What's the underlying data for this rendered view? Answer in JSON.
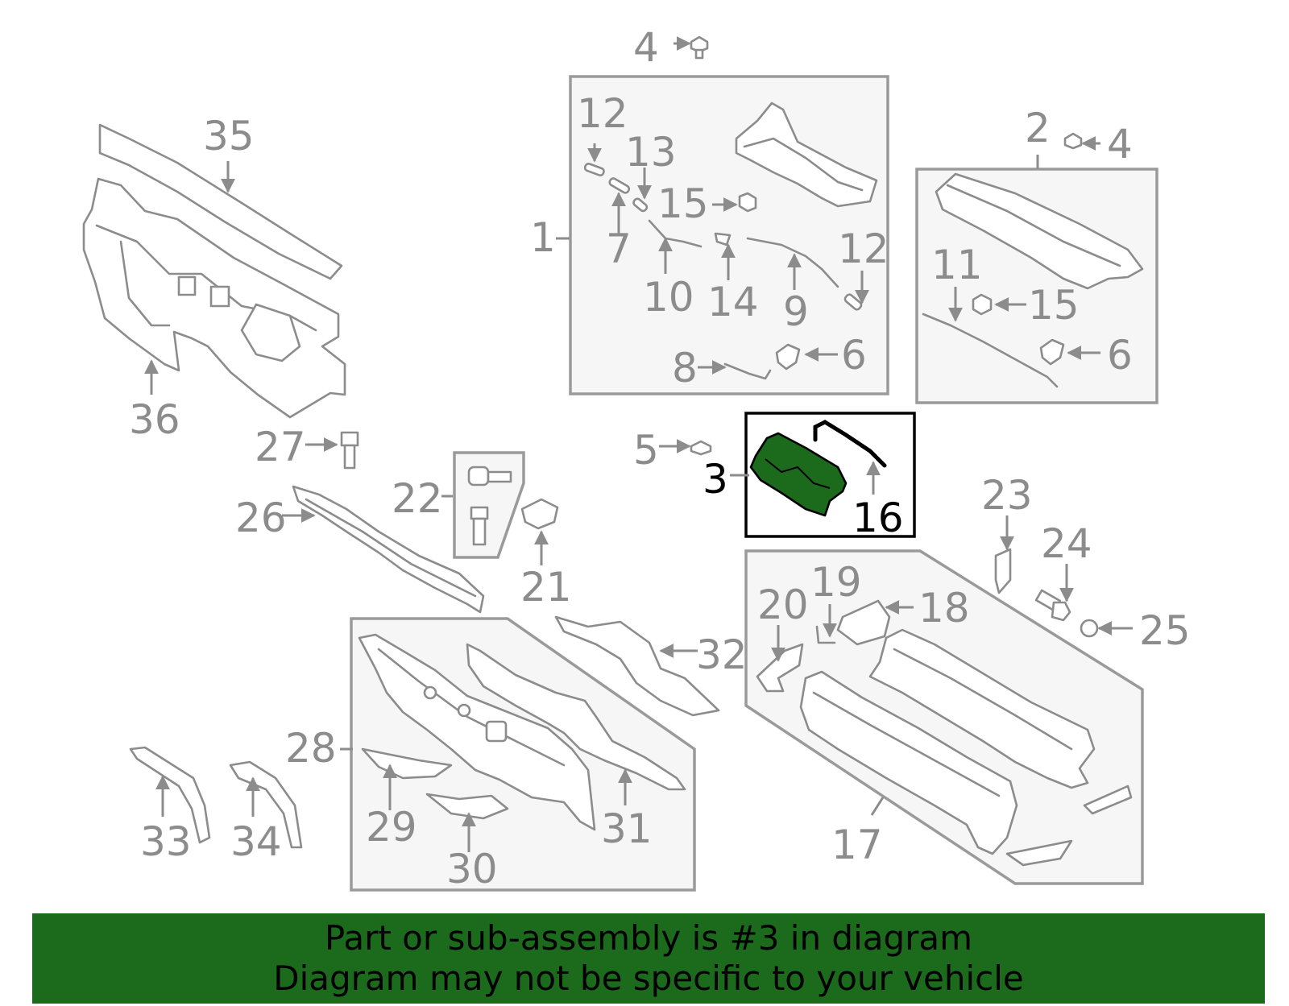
{
  "highlight_color": "#1c6a1c",
  "callouts": [
    "1",
    "2",
    "3",
    "4",
    "4",
    "5",
    "6",
    "6",
    "7",
    "8",
    "9",
    "10",
    "11",
    "12",
    "12",
    "13",
    "14",
    "15",
    "15",
    "16",
    "17",
    "18",
    "19",
    "20",
    "21",
    "22",
    "23",
    "24",
    "25",
    "26",
    "27",
    "28",
    "29",
    "30",
    "31",
    "32",
    "33",
    "34",
    "35",
    "36"
  ],
  "banner": {
    "line1": "Part or sub-assembly is #3 in diagram",
    "line2": "Diagram may not be specific to your vehicle"
  }
}
